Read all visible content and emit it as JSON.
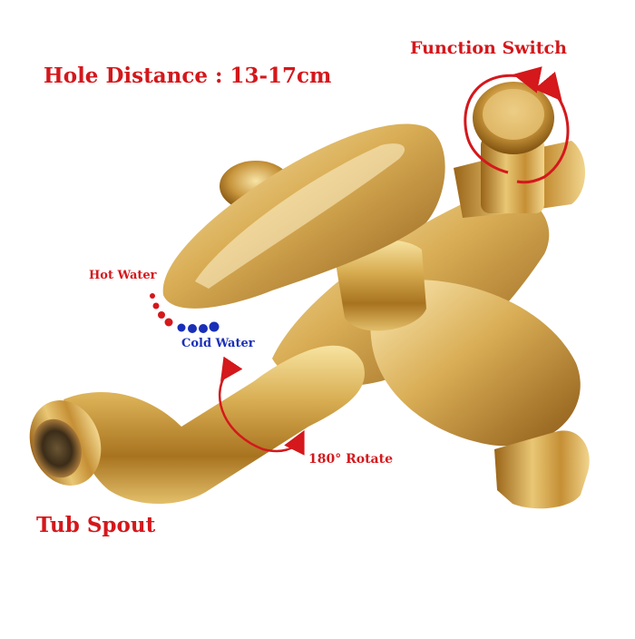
{
  "labels": {
    "hole_distance": "Hole Distance : 13-17cm",
    "function_switch": "Function Switch",
    "hot_water": "Hot Water",
    "cold_water": "Cold Water",
    "rotate": "180° Rotate",
    "tub_spout": "Tub Spout"
  },
  "colors": {
    "label_red": "#d4181c",
    "label_blue": "#1a2fb8",
    "gold_light": "#f4d98a",
    "gold_mid": "#d4a94a",
    "gold_dark": "#8a5a18"
  }
}
